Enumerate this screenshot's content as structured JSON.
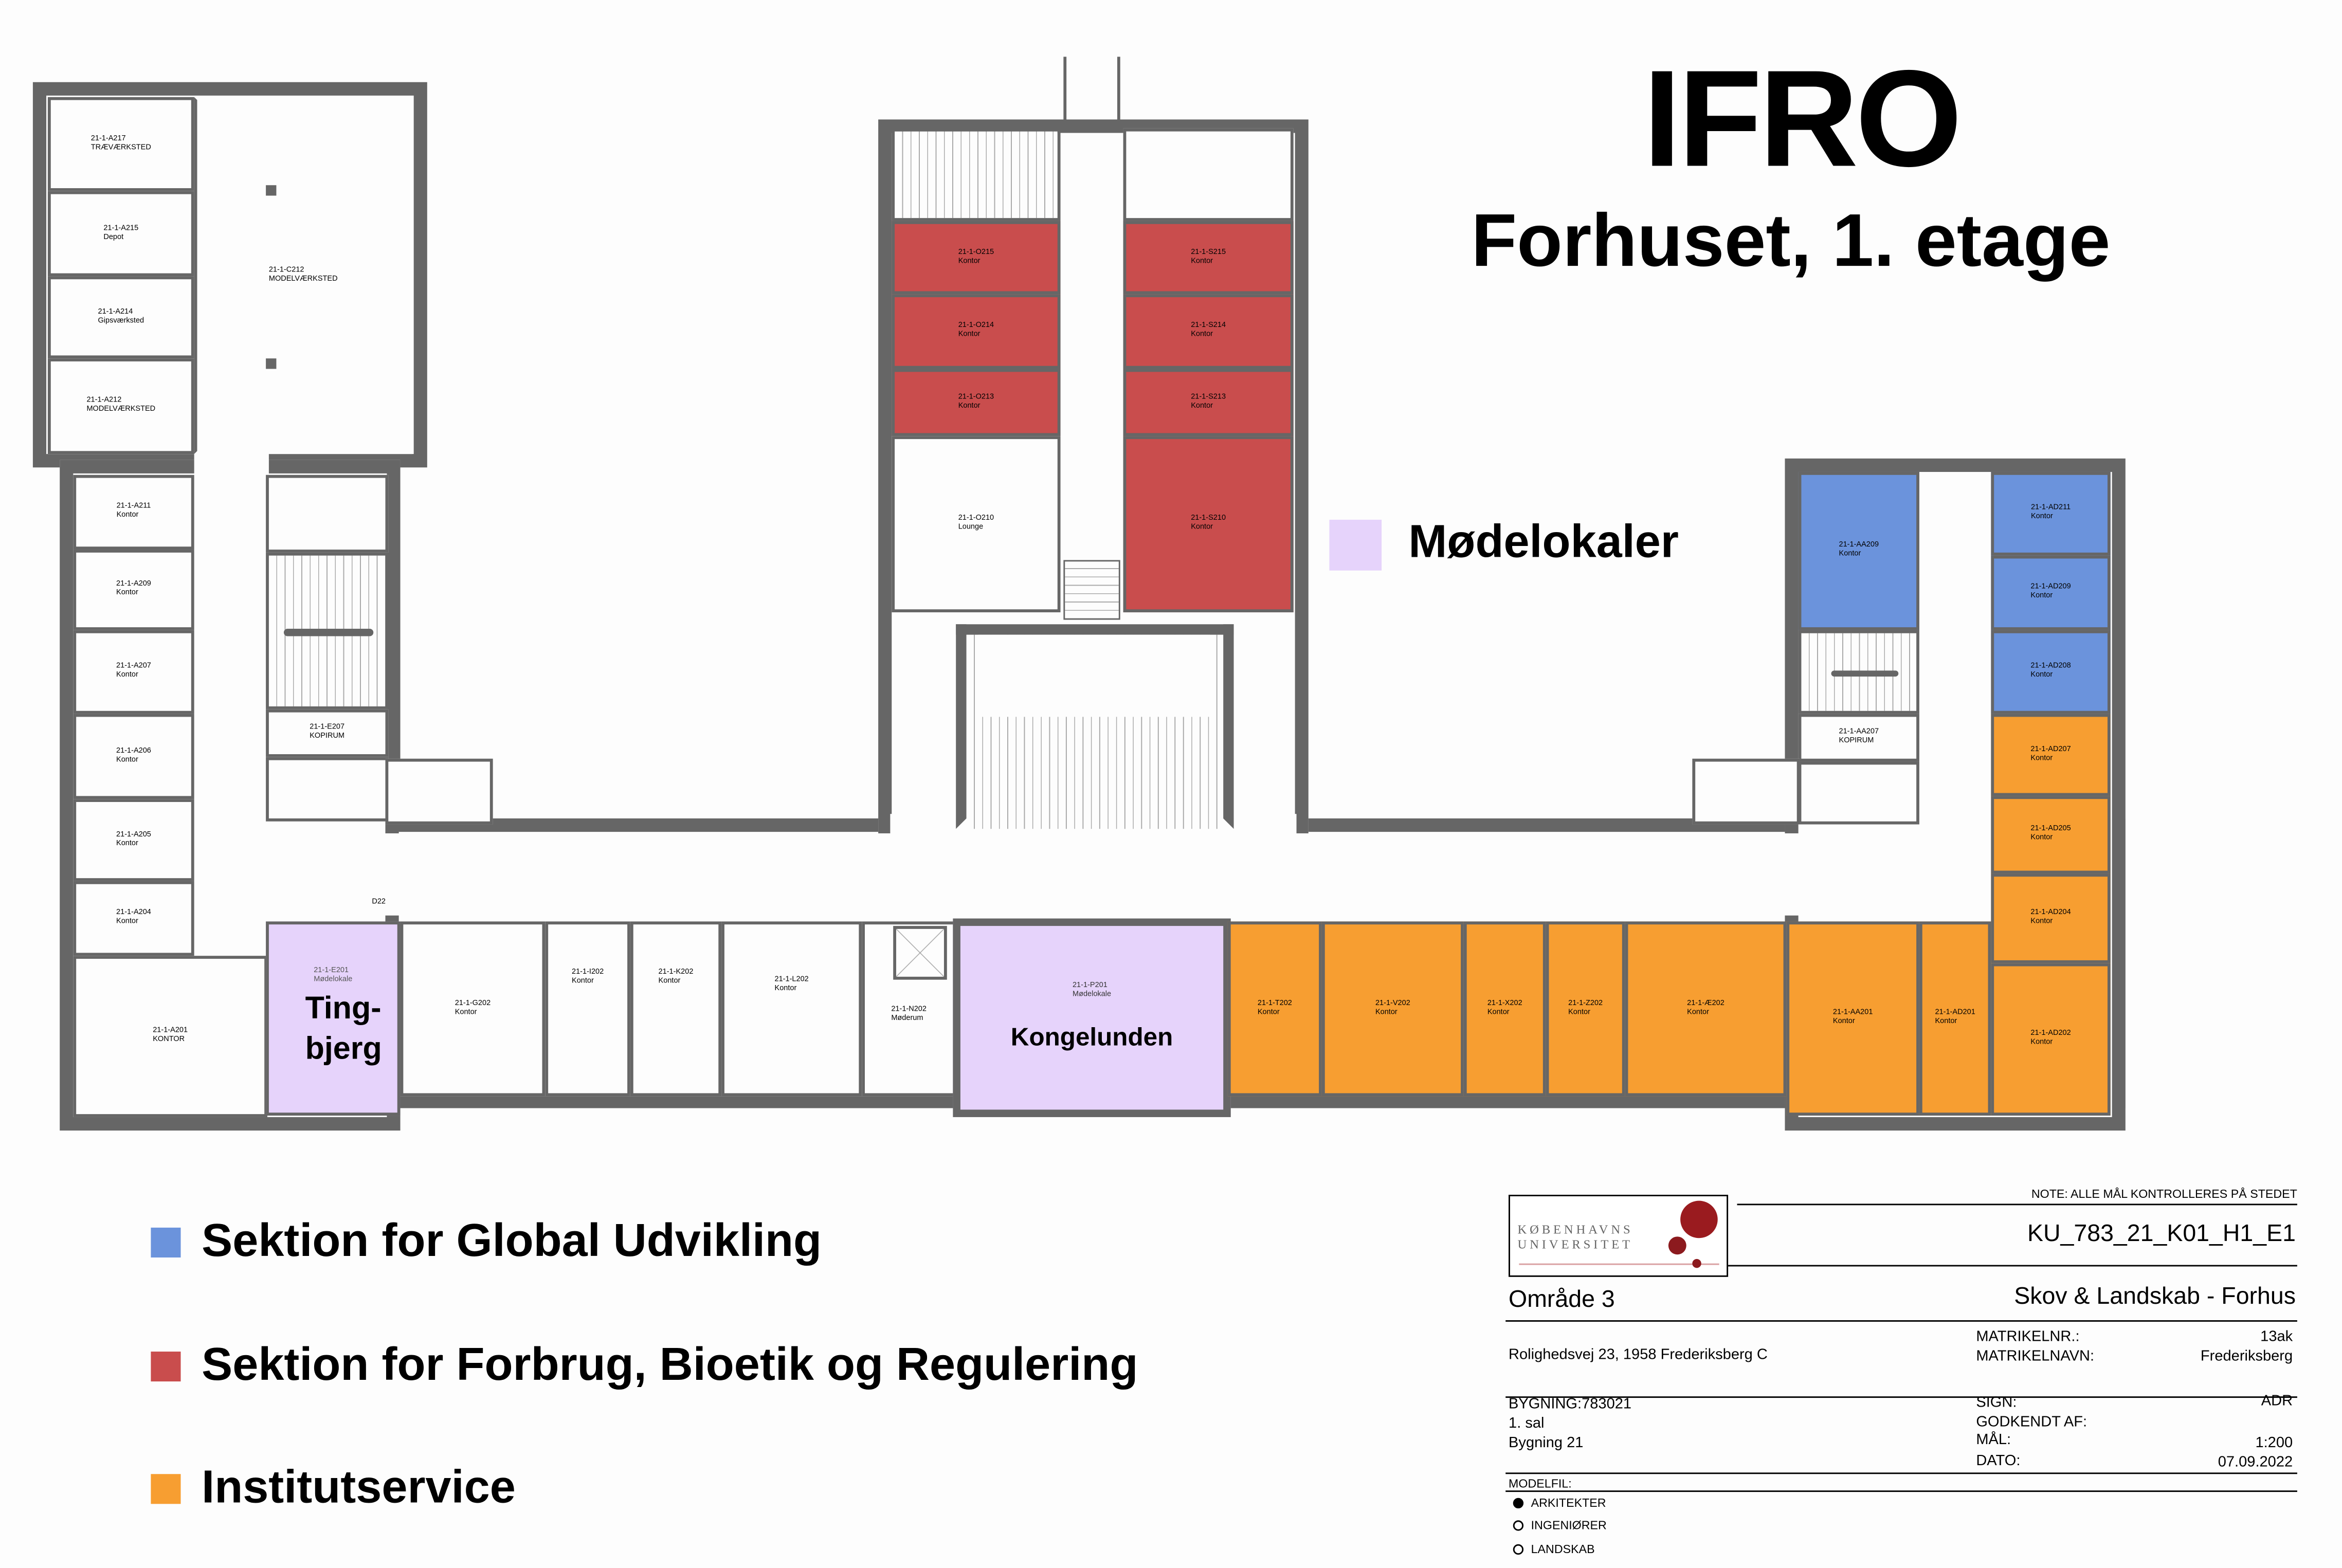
{
  "header": {
    "title": "IFRO",
    "subtitle": "Forhuset, 1. etage"
  },
  "meeting_legend": {
    "label": "Mødelokaler",
    "color": "#e6d3fb"
  },
  "legend": [
    {
      "label": "Sektion for Global Udvikling",
      "color": "#6b93dc"
    },
    {
      "label": "Sektion for Forbrug, Bioetik og Regulering",
      "color": "#c94d4d"
    },
    {
      "label": "Institutservice",
      "color": "#f79e31"
    }
  ],
  "rooms": {
    "A217": {
      "code": "21-1-A217",
      "name": "TRÆVÆRKSTED"
    },
    "A215": {
      "code": "21-1-A215",
      "name": "Depot"
    },
    "A214": {
      "code": "21-1-A214",
      "name": "Gipsværksted"
    },
    "A212": {
      "code": "21-1-A212",
      "name": "MODELVÆRKSTED"
    },
    "C212": {
      "code": "21-1-C212",
      "name": "MODELVÆRKSTED"
    },
    "A211": {
      "code": "21-1-A211",
      "name": "Kontor"
    },
    "A209": {
      "code": "21-1-A209",
      "name": "Kontor"
    },
    "A207": {
      "code": "21-1-A207",
      "name": "Kontor"
    },
    "A206": {
      "code": "21-1-A206",
      "name": "Kontor"
    },
    "A205": {
      "code": "21-1-A205",
      "name": "Kontor"
    },
    "A204": {
      "code": "21-1-A204",
      "name": "Kontor"
    },
    "A201": {
      "code": "21-1-A201",
      "name": "KONTOR"
    },
    "E207": {
      "code": "21-1-E207",
      "name": "KOPIRUM"
    },
    "E201": {
      "code": "21-1-E201",
      "name": "Mødelokale",
      "display": [
        "Ting-",
        "bjerg"
      ]
    },
    "G202": {
      "code": "21-1-G202",
      "name": "Kontor"
    },
    "I202": {
      "code": "21-1-I202",
      "name": "Kontor"
    },
    "K202": {
      "code": "21-1-K202",
      "name": "Kontor"
    },
    "L202": {
      "code": "21-1-L202",
      "name": "Kontor"
    },
    "N202": {
      "code": "21-1-N202",
      "name": "Møderum"
    },
    "P201": {
      "code": "21-1-P201",
      "name": "Mødelokale",
      "display": "Kongelunden"
    },
    "O215": {
      "code": "21-1-O215",
      "name": "Kontor"
    },
    "O214": {
      "code": "21-1-O214",
      "name": "Kontor"
    },
    "O213": {
      "code": "21-1-O213",
      "name": "Kontor"
    },
    "O210": {
      "code": "21-1-O210",
      "name": "Lounge"
    },
    "S215": {
      "code": "21-1-S215",
      "name": "Kontor"
    },
    "S214": {
      "code": "21-1-S214",
      "name": "Kontor"
    },
    "S213": {
      "code": "21-1-S213",
      "name": "Kontor"
    },
    "S210": {
      "code": "21-1-S210",
      "name": "Kontor"
    },
    "T202": {
      "code": "21-1-T202",
      "name": "Kontor"
    },
    "V202": {
      "code": "21-1-V202",
      "name": "Kontor"
    },
    "X202": {
      "code": "21-1-X202",
      "name": "Kontor"
    },
    "Z202": {
      "code": "21-1-Z202",
      "name": "Kontor"
    },
    "AE202": {
      "code": "21-1-Æ202",
      "name": "Kontor"
    },
    "AA201": {
      "code": "21-1-AA201",
      "name": "Kontor"
    },
    "AD201": {
      "code": "21-1-AD201",
      "name": "Kontor"
    },
    "AD202": {
      "code": "21-1-AD202",
      "name": "Kontor"
    },
    "AD204": {
      "code": "21-1-AD204",
      "name": "Kontor"
    },
    "AD205": {
      "code": "21-1-AD205",
      "name": "Kontor"
    },
    "AD207": {
      "code": "21-1-AD207",
      "name": "Kontor"
    },
    "AD208": {
      "code": "21-1-AD208",
      "name": "Kontor"
    },
    "AD209": {
      "code": "21-1-AD209",
      "name": "Kontor"
    },
    "AD211": {
      "code": "21-1-AD211",
      "name": "Kontor"
    },
    "AA209": {
      "code": "21-1-AA209",
      "name": "Kontor"
    },
    "AA207": {
      "code": "21-1-AA207",
      "name": "KOPIRUM"
    }
  },
  "door_label": "D22",
  "title_block": {
    "logo": {
      "line1": "KØBENHAVNS",
      "line2": "UNIVERSITET"
    },
    "note": "NOTE: ALLE MÅL KONTROLLERES PÅ STEDET",
    "drawing_id": "KU_783_21_K01_H1_E1",
    "area": "Område 3",
    "project": "Skov & Landskab - Forhus",
    "address": "Rolighedsvej 23, 1958 Frederiksberg C",
    "matrikelnr_label": "MATRIKELNR.:",
    "matrikelnr": "13ak",
    "matrikelnavn_label": "MATRIKELNAVN:",
    "matrikelnavn": "Frederiksberg",
    "building": "BYGNING:783021",
    "floor": "1. sal",
    "building_name": "Bygning 21",
    "sign_label": "SIGN:",
    "sign": "ADR",
    "approved_label": "GODKENDT AF:",
    "scale_label": "MÅL:",
    "scale": "1:200",
    "date_label": "DATO:",
    "date": "07.09.2022",
    "modelfile_label": "MODELFIL:",
    "modelfiles": [
      {
        "label": "ARKITEKTER",
        "selected": true
      },
      {
        "label": "INGENIØRER",
        "selected": false
      },
      {
        "label": "LANDSKAB",
        "selected": false
      }
    ]
  }
}
